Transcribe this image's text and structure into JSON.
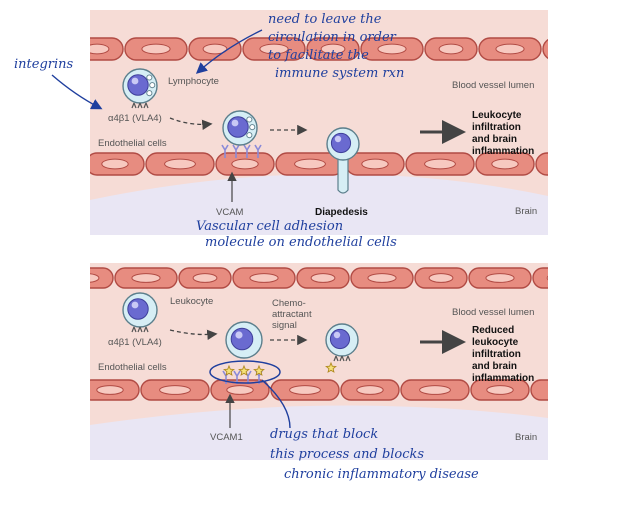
{
  "colors": {
    "lumen": "#f6dcd6",
    "cell_fill": "#e78c80",
    "cell_stroke": "#b14b44",
    "nucleus": "#f7c9c0",
    "brain": "#e9e6f4",
    "ink": "#1f3f9e",
    "receptor": "#8a8ad8",
    "cell_membrane": "#d6eef5",
    "cell_nucleus": "#6a6ad0",
    "star": "#f6e27a"
  },
  "panel_top": {
    "lymphocyte_label": "Lymphocyte",
    "integrin_label": "α4β1 (VLA4)",
    "endothelial_label": "Endothelial cells",
    "lumen_label": "Blood vessel lumen",
    "brain_label": "Brain",
    "vcam_label": "VCAM",
    "diapedesis_label": "Diapedesis",
    "outcome_lines": [
      "Leukocyte",
      "infiltration",
      "and brain",
      "inflammation"
    ]
  },
  "panel_bottom": {
    "leukocyte_label": "Leukocyte",
    "integrin_label": "α4β1 (VLA4)",
    "endothelial_label": "Endothelial cells",
    "chemo_lines": [
      "Chemo-",
      "attractant",
      "signal"
    ],
    "lumen_label": "Blood vessel lumen",
    "brain_label": "Brain",
    "vcam_label": "VCAM1",
    "outcome_lines": [
      "Reduced",
      "leukocyte",
      "infiltration",
      "and brain",
      "inflammation"
    ]
  },
  "annotations": {
    "integrins": "integrins",
    "circulation_lines": [
      "need to leave the",
      "circulation in order",
      "to facilitate the",
      "immune system rxn"
    ],
    "vcam_lines": [
      "Vascular cell adhesion",
      "molecule on endothelial cells"
    ],
    "drugs_lines": [
      "drugs that block",
      "this process and blocks",
      "chronic inflammatory disease"
    ]
  }
}
